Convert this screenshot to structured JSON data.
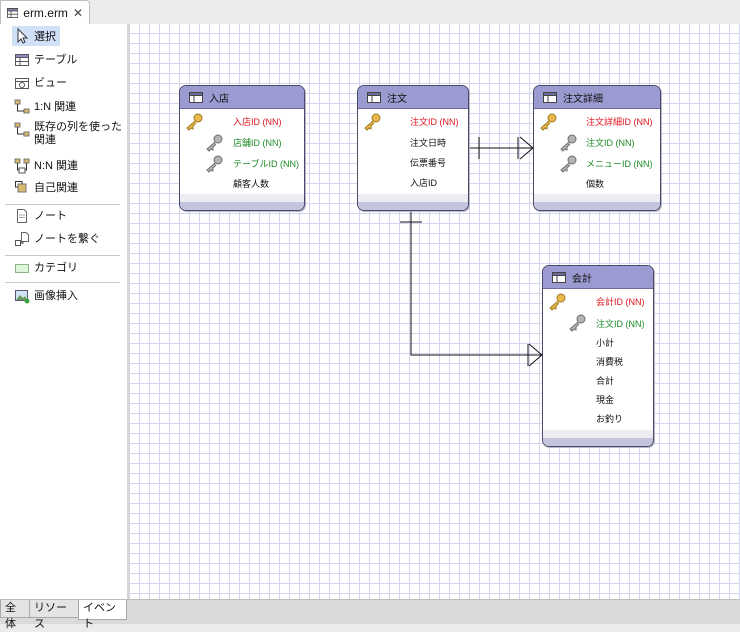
{
  "editor_tab": {
    "title": "erm.erm",
    "icon": "table-icon",
    "close_icon": "close-icon"
  },
  "palette": {
    "items": [
      {
        "label": "選択",
        "icon": "cursor-icon",
        "selected": true
      },
      {
        "label": "テーブル",
        "icon": "table-icon"
      },
      {
        "label": "ビュー",
        "icon": "view-icon"
      },
      {
        "label": "1:N 関連",
        "icon": "relation-1n-icon"
      },
      {
        "label": "既存の列を使った関連",
        "icon": "relation-existing-column-icon"
      },
      {
        "label": "N:N 関連",
        "icon": "relation-nn-icon"
      },
      {
        "label": "自己関連",
        "icon": "self-relation-icon"
      },
      {
        "label": "ノート",
        "icon": "note-icon"
      },
      {
        "label": "ノートを繋ぐ",
        "icon": "note-connect-icon"
      },
      {
        "label": "カテゴリ",
        "icon": "category-icon"
      },
      {
        "label": "画像挿入",
        "icon": "image-insert-icon"
      }
    ]
  },
  "bottom_tabs": [
    {
      "label": "全体"
    },
    {
      "label": "リソース"
    },
    {
      "label": "イベント",
      "active": true
    }
  ],
  "colors": {
    "header": "#9b9bd2",
    "primary_key_text": "#e0141e",
    "foreign_key_text": "#1e8c28",
    "grid_line": "#d4d4f0"
  },
  "entities": {
    "nyuten": {
      "name": "入店",
      "columns": [
        {
          "name": "入店ID (NN)",
          "key": "primary"
        },
        {
          "name": "店舗ID (NN)",
          "key": "foreign"
        },
        {
          "name": "テーブルID (NN)",
          "key": "foreign"
        },
        {
          "name": "顧客人数",
          "key": "none"
        }
      ]
    },
    "chumon": {
      "name": "注文",
      "columns": [
        {
          "name": "注文ID (NN)",
          "key": "primary"
        },
        {
          "name": "注文日時",
          "key": "none"
        },
        {
          "name": "伝票番号",
          "key": "none"
        },
        {
          "name": "入店ID",
          "key": "none"
        }
      ]
    },
    "chumon_shosai": {
      "name": "注文詳細",
      "columns": [
        {
          "name": "注文詳細ID (NN)",
          "key": "primary"
        },
        {
          "name": "注文ID (NN)",
          "key": "foreign"
        },
        {
          "name": "メニューID (NN)",
          "key": "foreign"
        },
        {
          "name": "個数",
          "key": "none"
        }
      ]
    },
    "kaikei": {
      "name": "会計",
      "columns": [
        {
          "name": "会計ID (NN)",
          "key": "primary"
        },
        {
          "name": "注文ID (NN)",
          "key": "foreign"
        },
        {
          "name": "小計",
          "key": "none"
        },
        {
          "name": "消費税",
          "key": "none"
        },
        {
          "name": "合計",
          "key": "none"
        },
        {
          "name": "現金",
          "key": "none"
        },
        {
          "name": "お釣り",
          "key": "none"
        }
      ]
    }
  },
  "relations": [
    {
      "from": "注文",
      "to": "注文詳細",
      "cardinality": "1:N"
    },
    {
      "from": "注文",
      "to": "会計",
      "cardinality": "1:N"
    }
  ]
}
